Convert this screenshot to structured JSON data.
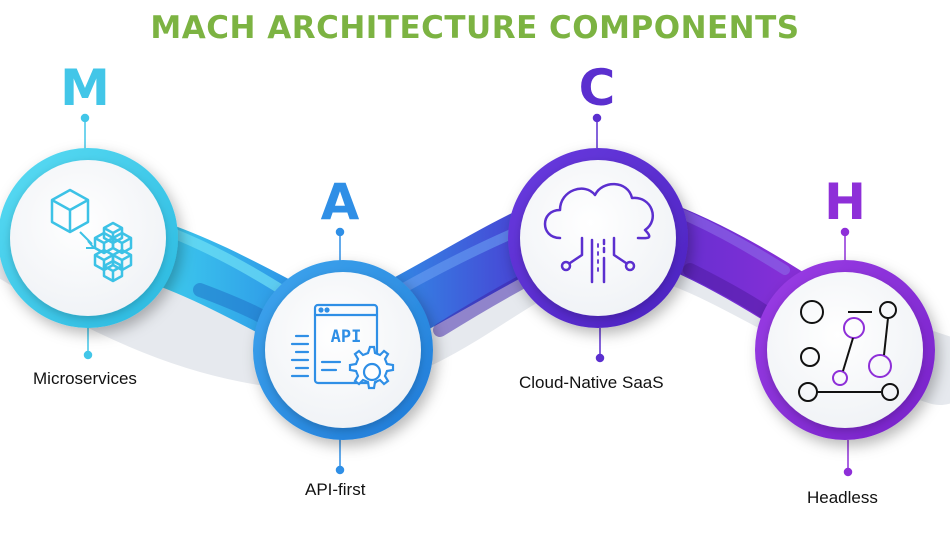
{
  "title": "MACH ARCHITECTURE COMPONENTS",
  "colors": {
    "title": "#7cb342",
    "microservices": "#42c6e8",
    "api": "#2f8fe6",
    "cloud": "#5b2fcf",
    "headless": "#8e2fd8"
  },
  "components": [
    {
      "letter": "M",
      "label": "Microservices",
      "icon": "cubes-icon"
    },
    {
      "letter": "A",
      "label": "API-first",
      "icon": "api-gear-icon"
    },
    {
      "letter": "C",
      "label": "Cloud-Native SaaS",
      "icon": "cloud-circuit-icon"
    },
    {
      "letter": "H",
      "label": "Headless",
      "icon": "node-graph-icon"
    }
  ]
}
